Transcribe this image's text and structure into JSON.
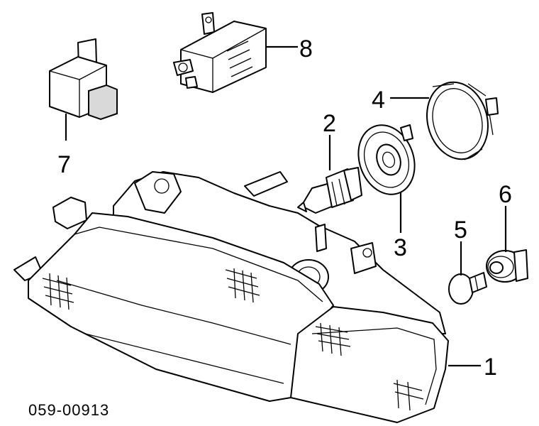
{
  "callouts": {
    "c1": "1",
    "c2": "2",
    "c3": "3",
    "c4": "4",
    "c5": "5",
    "c6": "6",
    "c7": "7",
    "c8": "8"
  },
  "diagram_code": "059-00913"
}
